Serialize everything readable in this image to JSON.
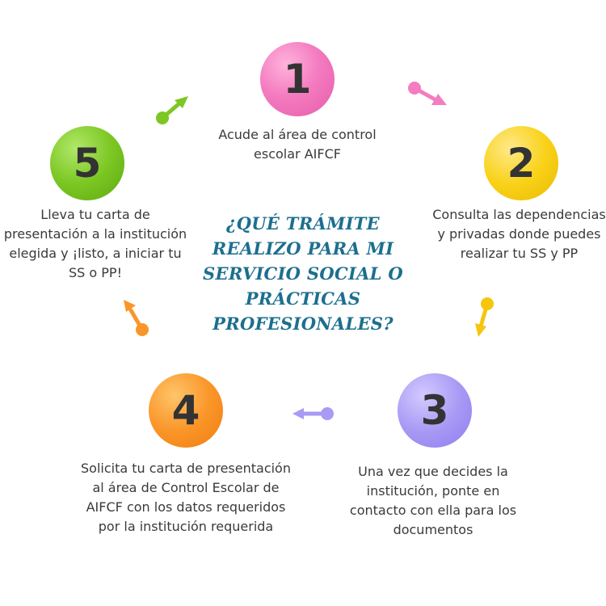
{
  "title": "¿QUÉ TRÁMITE REALIZO PARA MI SERVICIO SOCIAL O PRÁCTICAS PROFESIONALES?",
  "steps": [
    {
      "number": "1",
      "text": "Acude al área de control escolar AIFCF",
      "color": "#f47cc0"
    },
    {
      "number": "2",
      "text": "Consulta las dependencias y privadas donde puedes realizar tu SS y PP",
      "color": "#f9d21a"
    },
    {
      "number": "3",
      "text": "Una vez que decides la institución, ponte en contacto con ella para los documentos",
      "color": "#a99af5"
    },
    {
      "number": "4",
      "text": "Solicita tu carta de presentación al área de Control Escolar de AIFCF con los datos requeridos por la institución requerida",
      "color": "#fa9629"
    },
    {
      "number": "5",
      "text": "Lleva tu carta de presentación a la institución elegida y ¡listo, a iniciar tu SS o PP!",
      "color": "#7cc723"
    }
  ],
  "arrows": [
    {
      "name": "arrow-1-to-2",
      "color": "#f47cc0"
    },
    {
      "name": "arrow-2-to-3",
      "color": "#f9d21a"
    },
    {
      "name": "arrow-3-to-4",
      "color": "#a99af5"
    },
    {
      "name": "arrow-4-to-5",
      "color": "#fa9629"
    },
    {
      "name": "arrow-5-to-1",
      "color": "#7cc723"
    }
  ]
}
